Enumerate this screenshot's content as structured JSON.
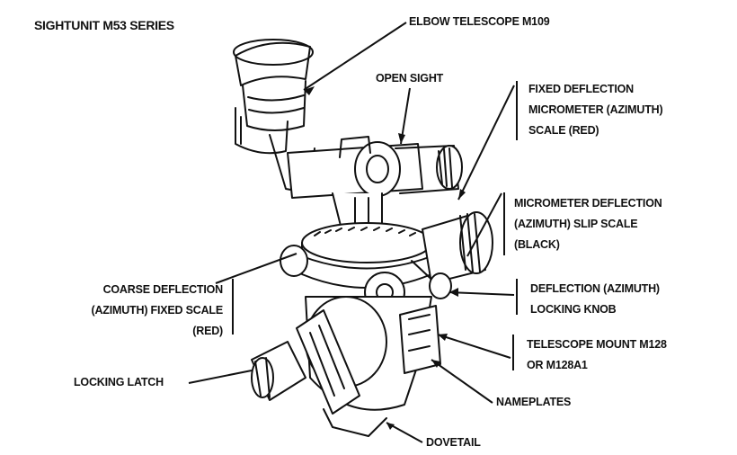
{
  "title": "SIGHTUNIT M53 SERIES",
  "labels": {
    "elbow_telescope": "ELBOW TELESCOPE M109",
    "open_sight": "OPEN SIGHT",
    "fixed_deflection": [
      "FIXED DEFLECTION",
      "MICROMETER (AZIMUTH)",
      "SCALE (RED)"
    ],
    "micrometer_deflection": [
      "MICROMETER DEFLECTION",
      "(AZIMUTH) SLIP SCALE",
      "(BLACK)"
    ],
    "coarse_deflection": [
      "COARSE DEFLECTION",
      "(AZIMUTH) FIXED SCALE",
      "(RED)"
    ],
    "locking_knob": [
      "DEFLECTION (AZIMUTH)",
      "LOCKING KNOB"
    ],
    "telescope_mount": [
      "TELESCOPE MOUNT M128",
      "OR M128A1"
    ],
    "locking_latch": "LOCKING LATCH",
    "nameplates": "NAMEPLATES",
    "dovetail": "DOVETAIL"
  }
}
